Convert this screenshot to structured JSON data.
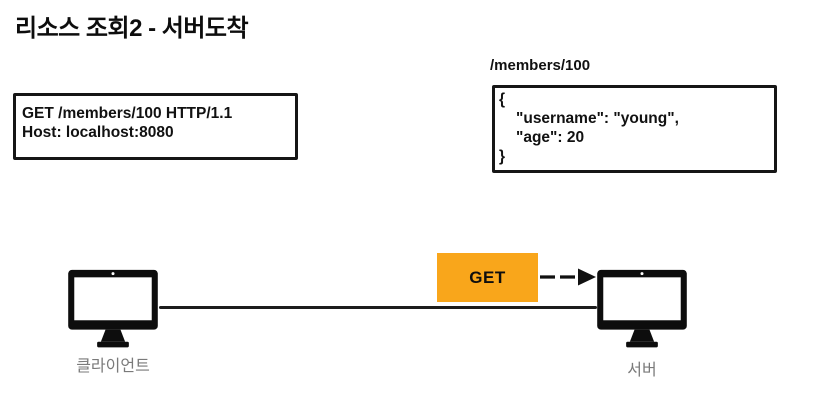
{
  "title": "리소스 조회2 - 서버도착",
  "request_box": {
    "lines": [
      "GET /members/100 HTTP/1.1",
      "Host: localhost:8080"
    ]
  },
  "response_box": {
    "label": "/members/100",
    "lines": [
      "{",
      "\"username\": \"young\",",
      "\"age\": 20",
      "}"
    ]
  },
  "network": {
    "message_label": "GET",
    "client_label": "클라이언트",
    "server_label": "서버"
  },
  "colors": {
    "message_box_orange": "#F9A61B",
    "node_label_gray": "#7A7A7A",
    "ink_black": "#161616"
  }
}
